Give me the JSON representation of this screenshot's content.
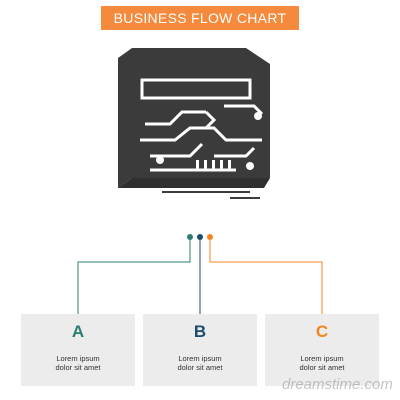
{
  "header": {
    "title": "BUSINESS FLOW CHART"
  },
  "icon": {
    "name": "circuit-card-icon",
    "color": "#3b3b3b"
  },
  "colors": {
    "banner": "#f58a3c",
    "a": "#2e7d73",
    "b": "#1c4c6e",
    "c": "#f5841f",
    "panel": "#ececec"
  },
  "steps": [
    {
      "letter": "A",
      "line1": "Lorem ipsum",
      "line2": "dolor sit amet"
    },
    {
      "letter": "B",
      "line1": "Lorem ipsum",
      "line2": "dolor sit amet"
    },
    {
      "letter": "C",
      "line1": "Lorem ipsum",
      "line2": "dolor sit amet"
    }
  ],
  "watermark": "dreamstime.com"
}
